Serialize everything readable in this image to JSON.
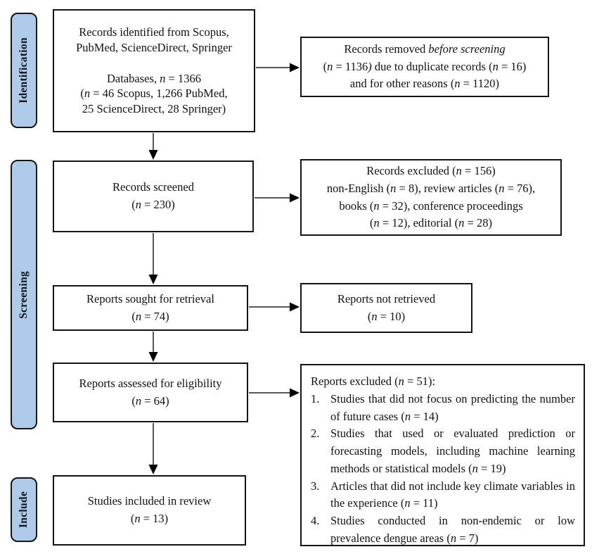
{
  "colors": {
    "tab_fill": "#AECBE9",
    "border": "#141414",
    "arrow_line": "#58585A",
    "arrow_head": "#000000",
    "background": "#FFFFFF"
  },
  "sidebar": {
    "tabs": [
      {
        "label": "Identification"
      },
      {
        "label": "Screening"
      },
      {
        "label": "Include"
      }
    ]
  },
  "boxes": {
    "main": [
      {
        "name": "records-identified",
        "lines": [
          [
            {
              "t": "Records identified from Scopus,"
            }
          ],
          [
            {
              "t": "PubMed, ScienceDirect, Springer"
            }
          ],
          [
            {
              "t": ""
            }
          ],
          [
            {
              "t": "Databases, "
            },
            {
              "t": "n",
              "i": true
            },
            {
              "t": " = 1366"
            }
          ],
          [
            {
              "t": "("
            },
            {
              "t": "n",
              "i": true
            },
            {
              "t": " = 46 Scopus, 1,266 PubMed,"
            }
          ],
          [
            {
              "t": "25 ScienceDirect, 28 Springer)"
            }
          ]
        ]
      },
      {
        "name": "records-screened",
        "lines": [
          [
            {
              "t": "Records screened"
            }
          ],
          [
            {
              "t": "("
            },
            {
              "t": "n",
              "i": true
            },
            {
              "t": " = 230)"
            }
          ]
        ]
      },
      {
        "name": "reports-sought",
        "lines": [
          [
            {
              "t": "Reports sought for retrieval"
            }
          ],
          [
            {
              "t": "("
            },
            {
              "t": "n",
              "i": true
            },
            {
              "t": " = 74)"
            }
          ]
        ]
      },
      {
        "name": "reports-assessed",
        "lines": [
          [
            {
              "t": "Reports assessed for eligibility"
            }
          ],
          [
            {
              "t": "("
            },
            {
              "t": "n",
              "i": true
            },
            {
              "t": " = 64)"
            }
          ]
        ]
      },
      {
        "name": "studies-included",
        "lines": [
          [
            {
              "t": "Studies included in review"
            }
          ],
          [
            {
              "t": "("
            },
            {
              "t": "n",
              "i": true
            },
            {
              "t": " = 13)"
            }
          ]
        ]
      }
    ],
    "right": [
      {
        "name": "records-removed",
        "lines": [
          [
            {
              "t": "Records removed "
            },
            {
              "t": "before screening",
              "i": true
            }
          ],
          [
            {
              "t": "("
            },
            {
              "t": "n",
              "i": true
            },
            {
              "t": " = 1136"
            },
            {
              "t": ")",
              "i": true
            },
            {
              "t": " due to duplicate records ("
            },
            {
              "t": "n",
              "i": true
            },
            {
              "t": " = 16)"
            }
          ],
          [
            {
              "t": "and for other reasons ("
            },
            {
              "t": "n",
              "i": true
            },
            {
              "t": " = 1120)"
            }
          ]
        ]
      },
      {
        "name": "records-excluded",
        "lines": [
          [
            {
              "t": "Records excluded ("
            },
            {
              "t": "n",
              "i": true
            },
            {
              "t": " = 156)"
            }
          ],
          [
            {
              "t": "non-English ("
            },
            {
              "t": "n",
              "i": true
            },
            {
              "t": " = 8), review articles ("
            },
            {
              "t": "n",
              "i": true
            },
            {
              "t": " = 76),"
            }
          ],
          [
            {
              "t": "books ("
            },
            {
              "t": "n",
              "i": true
            },
            {
              "t": " = 32), conference proceedings"
            }
          ],
          [
            {
              "t": "("
            },
            {
              "t": "n",
              "i": true
            },
            {
              "t": " = 12), editorial ("
            },
            {
              "t": "n",
              "i": true
            },
            {
              "t": " = 28)"
            }
          ]
        ]
      },
      {
        "name": "reports-not-retrieved",
        "lines": [
          [
            {
              "t": "Reports not retrieved"
            }
          ],
          [
            {
              "t": "("
            },
            {
              "t": "n",
              "i": true
            },
            {
              "t": " = 10)"
            }
          ]
        ]
      },
      {
        "name": "reports-excluded",
        "lines": [
          [
            {
              "t": "Reports excluded ("
            },
            {
              "t": "n",
              "i": true
            },
            {
              "t": " = 51):"
            }
          ]
        ],
        "items": [
          {
            "num": "1.",
            "segments": [
              {
                "t": "Studies that did not focus on predicting the number of future cases ("
              },
              {
                "t": "n",
                "i": true
              },
              {
                "t": " = 14)"
              }
            ]
          },
          {
            "num": "2.",
            "segments": [
              {
                "t": "Studies that used or evaluated prediction or forecasting models, including machine learning methods or statistical models ("
              },
              {
                "t": "n",
                "i": true
              },
              {
                "t": " = 19)"
              }
            ]
          },
          {
            "num": "3.",
            "segments": [
              {
                "t": "Articles that did not include key climate variables in the experience ("
              },
              {
                "t": "n",
                "i": true
              },
              {
                "t": " = 11)"
              }
            ]
          },
          {
            "num": "4.",
            "segments": [
              {
                "t": "Studies conducted in non-endemic or low prevalence dengue areas ("
              },
              {
                "t": "n",
                "i": true
              },
              {
                "t": " = 7)"
              }
            ]
          }
        ]
      }
    ]
  }
}
